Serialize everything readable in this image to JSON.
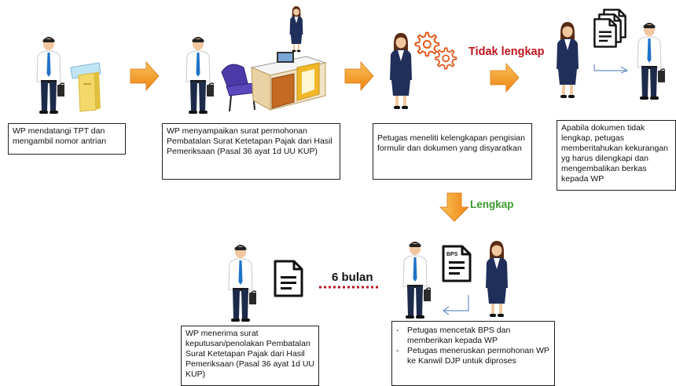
{
  "colors": {
    "arrow_orange": "#f39a1e",
    "label_red": "#c0141c",
    "label_green": "#3a9a2a",
    "dotted_red": "#b3141c",
    "thin_arrow": "#6a8fc8"
  },
  "labels": {
    "incomplete": "Tidak lengkap",
    "complete": "Lengkap",
    "duration": "6 bulan"
  },
  "doc_icon": {
    "bps_text": "BPS"
  },
  "steps": {
    "step1": "WP mendatangi TPT dan mengambil nomor antrian",
    "step2": "WP menyampaikan surat permohonan Pembatalan Surat Ketetapan Pajak dari Hasil Pemeriksaan (Pasal 36 ayat 1d UU KUP)",
    "step3": "Petugas meneliti kelengkapan pengisian formulir dan dokumen yang disyaratkan",
    "step4": "Apabila dokumen tidak lengkap, petugas memberitahukan kekurangan yg harus dilengkapi dan mengembalikan berkas kepada WP",
    "step5_items": [
      "Petugas mencetak BPS dan memberikan kepada WP",
      "Petugas meneruskan permohonan WP ke Kanwil DJP untuk diproses"
    ],
    "step6": "WP menerima surat keputusan/penolakan Pembatalan Surat Ketetapan Pajak dari Hasil Pemeriksaan (Pasal 36 ayat 1d UU KUP)"
  },
  "icons": [
    "businessman-icon",
    "kiosk-icon",
    "office-desk-icon",
    "officer-woman-icon",
    "gears-icon",
    "documents-stack-icon",
    "document-icon",
    "orange-arrow-icon",
    "return-arrow-icon"
  ]
}
